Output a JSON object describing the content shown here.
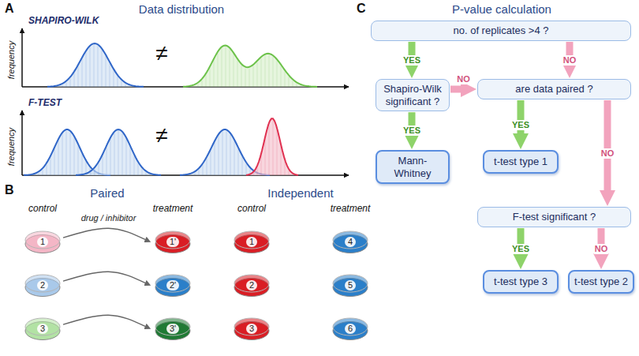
{
  "diagram": {
    "nodes": [
      {
        "text": [
          "no. of replicates >4 ?"
        ]
      },
      {
        "text": [
          "Shapiro-Wilk significant ?"
        ]
      },
      {
        "text": [
          "are data paired ?"
        ]
      },
      {
        "text": [
          "Mann-Whitney"
        ]
      },
      {
        "text": [
          "t-test type 1"
        ]
      },
      {
        "text": [
          "F-test significant ?"
        ]
      },
      {
        "text": [
          "t-test type 3"
        ]
      },
      {
        "text": [
          "t-test type 2"
        ]
      },
      {
        "text": [
          "1"
        ]
      },
      {
        "text": [
          "1'"
        ]
      },
      {
        "text": [
          "2"
        ]
      },
      {
        "text": [
          "2'"
        ]
      },
      {
        "text": [
          "3"
        ]
      },
      {
        "text": [
          "3'"
        ]
      },
      {
        "text": [
          "1"
        ]
      },
      {
        "text": [
          "4"
        ]
      },
      {
        "text": [
          "2"
        ]
      },
      {
        "text": [
          "5"
        ]
      },
      {
        "text": [
          "3"
        ]
      },
      {
        "text": [
          "6"
        ]
      }
    ],
    "edges": [
      {
        "from": 0,
        "to": 1,
        "label": "YES",
        "arrow": "to"
      },
      {
        "from": 0,
        "to": 2,
        "label": "NO",
        "arrow": "to"
      },
      {
        "from": 1,
        "to": 2,
        "label": "NO",
        "arrow": "to"
      },
      {
        "from": 1,
        "to": 3,
        "label": "YES",
        "arrow": "to"
      },
      {
        "from": 2,
        "to": 4,
        "label": "YES",
        "arrow": "to"
      },
      {
        "from": 2,
        "to": 5,
        "label": "NO",
        "arrow": "to"
      },
      {
        "from": 5,
        "to": 6,
        "label": "YES",
        "arrow": "to"
      },
      {
        "from": 5,
        "to": 7,
        "label": "NO",
        "arrow": "to"
      },
      {
        "from": 8,
        "to": 9,
        "label": "drug / inhibitor",
        "arrow": "to"
      },
      {
        "from": 10,
        "to": 11,
        "arrow": "to"
      },
      {
        "from": 12,
        "to": 13,
        "arrow": "to"
      }
    ],
    "labels": [
      "A",
      "Data distribution",
      "SHAPIRO-WILK",
      "frequency",
      "≠",
      "F-TEST",
      "frequency",
      "≠",
      "B",
      "Paired",
      "control",
      "treatment",
      "Independent",
      "control",
      "treatment",
      "C",
      "P-value calculation"
    ]
  }
}
